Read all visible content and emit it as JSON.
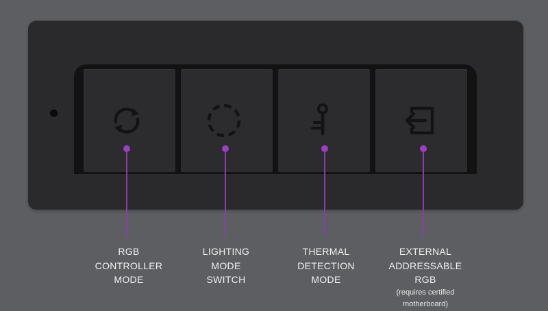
{
  "colors": {
    "background": "#5d5e61",
    "panel": "#2a2a2c",
    "accent": "#9a3fbf",
    "icon": "#121213",
    "label_text": "#f2f2f2"
  },
  "buttons": [
    {
      "icon": "refresh-icon",
      "label_lines": [
        "RGB",
        "CONTROLLER",
        "MODE"
      ],
      "note_lines": []
    },
    {
      "icon": "dashed-circle-icon",
      "label_lines": [
        "LIGHTING",
        "MODE",
        "SWITCH"
      ],
      "note_lines": []
    },
    {
      "icon": "thermometer-icon",
      "label_lines": [
        "THERMAL",
        "DETECTION",
        "MODE"
      ],
      "note_lines": []
    },
    {
      "icon": "external-input-icon",
      "label_lines": [
        "EXTERNAL",
        "ADDRESSABLE",
        "RGB"
      ],
      "note_lines": [
        "(requires certified",
        "motherboard)"
      ]
    }
  ]
}
